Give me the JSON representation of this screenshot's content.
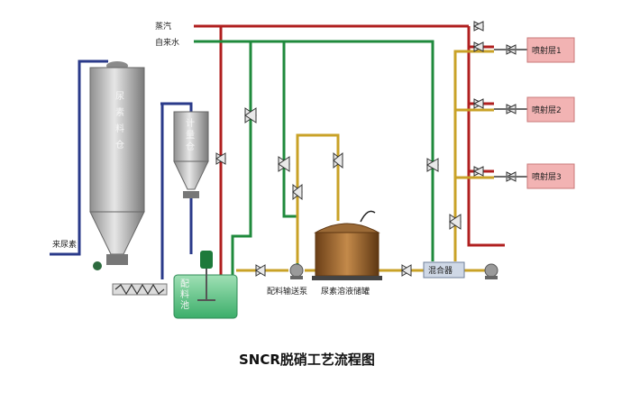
{
  "title": "SNCR脱硝工艺流程图",
  "labels": {
    "steam": "蒸汽",
    "tap_water": "自来水",
    "urea_in": "来尿素",
    "silo": [
      "尿",
      "素",
      "料",
      "仓"
    ],
    "metering_bin": [
      "计",
      "量",
      "仓"
    ],
    "mixing_tank": [
      "配",
      "料",
      "池"
    ],
    "feed_pump": "配料输送泵",
    "storage_tank": "尿素溶液储罐",
    "mixer": "混合器",
    "spray_layers": [
      "喷射层1",
      "喷射层2",
      "喷射层3"
    ]
  },
  "colors": {
    "steam_line": "#b01f1f",
    "water_line": "#1f8a3c",
    "solution_line": "#c9a227",
    "urea_line": "#2a3a8a",
    "tank": "#a8a8a8",
    "storage_tank": "#8b5a2b",
    "spray_box": "#f2b3b3"
  }
}
